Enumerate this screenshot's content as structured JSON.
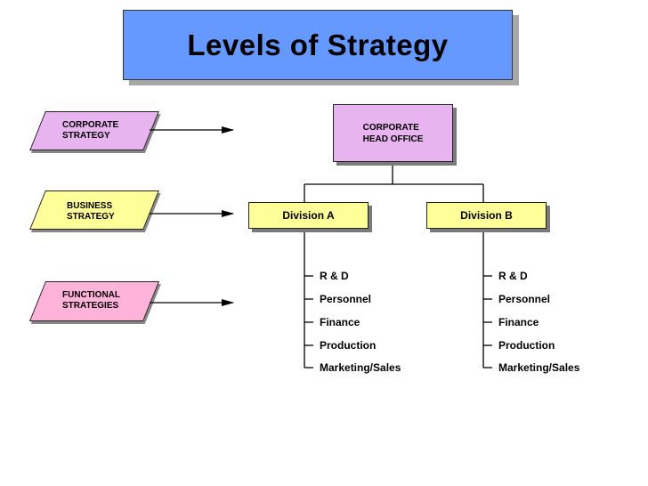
{
  "title": "Levels of Strategy",
  "levels": {
    "corporate": {
      "line1": "CORPORATE",
      "line2": "STRATEGY",
      "color": "#e8b4f0"
    },
    "business": {
      "line1": "BUSINESS",
      "line2": "STRATEGY",
      "color": "#ffff99"
    },
    "functional": {
      "line1": "FUNCTIONAL",
      "line2": "STRATEGIES",
      "color": "#ffb3d9"
    }
  },
  "head_office": {
    "line1": "CORPORATE",
    "line2": "HEAD OFFICE"
  },
  "division_a": {
    "label": "Division A",
    "functions": [
      "R & D",
      "Personnel",
      "Finance",
      "Production",
      "Marketing/Sales"
    ]
  },
  "division_b": {
    "label": "Division B",
    "functions": [
      "R & D",
      "Personnel",
      "Finance",
      "Production",
      "Marketing/Sales"
    ]
  },
  "colors": {
    "title_bg": "#6699ff",
    "head_office": "#e8b4f0",
    "division": "#ffff99"
  }
}
